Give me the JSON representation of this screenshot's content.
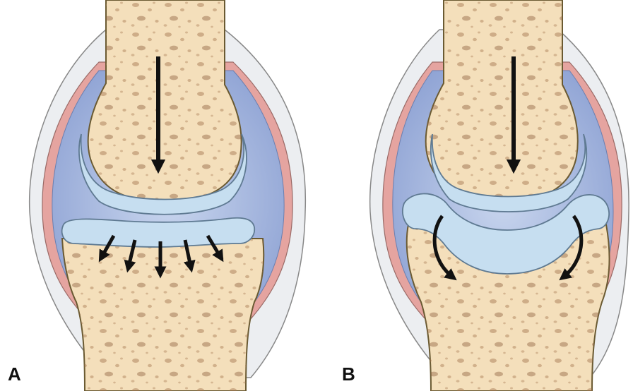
{
  "panels": [
    {
      "label": "A",
      "state": "healthy joint: cartilage intact, force spread through the joint"
    },
    {
      "label": "B",
      "state": "damaged joint: lower cartilage deformed, force concentrated at the edges"
    }
  ],
  "colors": {
    "bone": "#f4dfbb",
    "bone_outline": "#6a5a32",
    "bone_pores": "#a4754f",
    "cartilage": "#c6def0",
    "cartilage_highlight": "#e6f2fb",
    "synovial_fluid": "#9fb2dc",
    "synovial_membrane": "#e5a4a0",
    "capsule": "#e9ebef",
    "arrow": "#111111"
  },
  "icons": [
    "downward-force-arrow",
    "spreading-force-arrow",
    "curved-force-arrow"
  ]
}
